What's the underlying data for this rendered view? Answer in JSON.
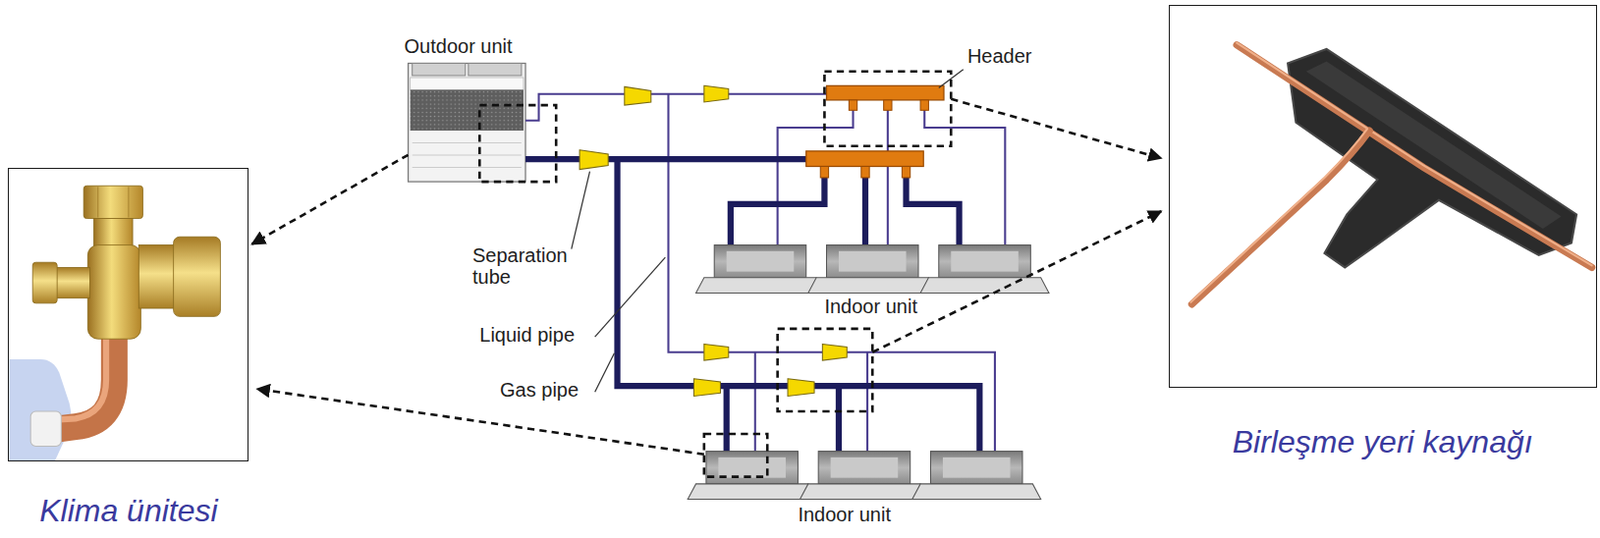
{
  "diagram": {
    "nodes": [
      {
        "text": [
          "Outdoor unit"
        ]
      },
      {
        "text": [
          "Klima ünitesi"
        ]
      },
      {
        "text": [
          "Birleşme yeri kaynağı"
        ]
      }
    ],
    "edges": [
      {
        "from": 0,
        "to": 1,
        "arrow": "to"
      }
    ],
    "labels": [
      "Header",
      "Separation tube",
      "Liquid pipe",
      "Gas pipe",
      "Indoor unit",
      "Indoor unit"
    ]
  }
}
